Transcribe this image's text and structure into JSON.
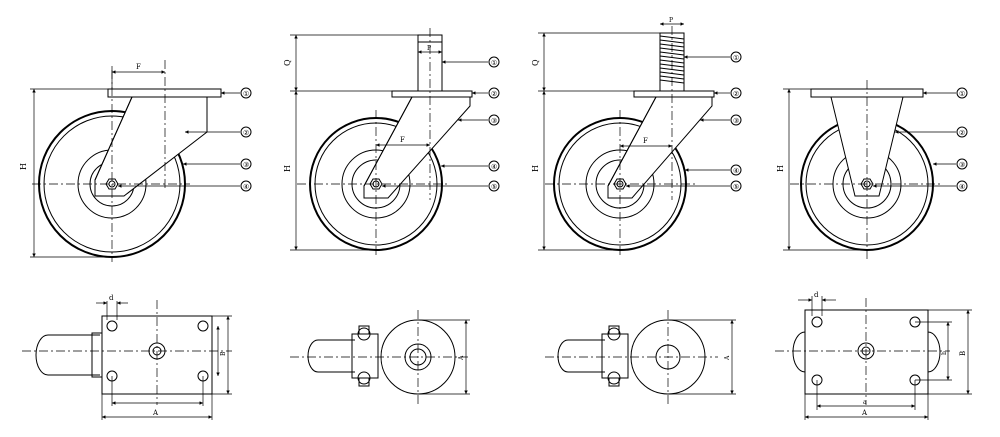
{
  "drawings": [
    {
      "id": "fixed-plate-swivel",
      "dims": {
        "height": "H",
        "offset": "F"
      },
      "callouts": [
        "①",
        "②",
        "③",
        "④"
      ],
      "plan_dims": {
        "hole": "d",
        "length": "A",
        "width": "B"
      }
    },
    {
      "id": "stem-swivel",
      "dims": {
        "height": "H",
        "stem": "Q",
        "offset": "F",
        "stem_dia": "P"
      },
      "callouts": [
        "①",
        "②",
        "③",
        "④",
        "⑤"
      ],
      "plan_dims": {
        "width": "A"
      }
    },
    {
      "id": "threaded-stem-swivel",
      "dims": {
        "height": "H",
        "stem": "Q",
        "offset": "F",
        "stem_dia": "P"
      },
      "callouts": [
        "①",
        "②",
        "③",
        "④",
        "⑤"
      ],
      "plan_dims": {
        "width": "A"
      }
    },
    {
      "id": "fixed-rigid",
      "dims": {
        "height": "H"
      },
      "callouts": [
        "①",
        "②",
        "③",
        "④"
      ],
      "plan_dims": {
        "hole": "d",
        "length": "A",
        "width": "B",
        "inner": "b",
        "inner_len": "a"
      }
    }
  ]
}
